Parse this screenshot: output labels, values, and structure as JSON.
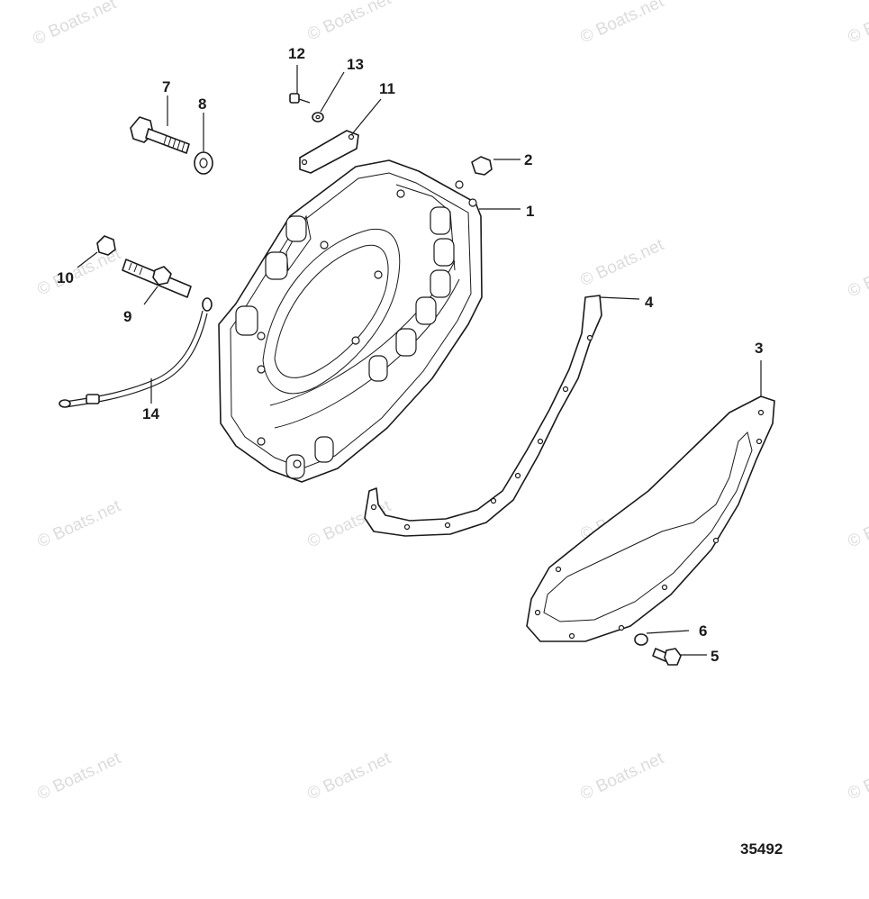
{
  "watermark": "© Boats.net",
  "figure_number": "35492",
  "callouts": [
    "1",
    "2",
    "3",
    "4",
    "5",
    "6",
    "7",
    "8",
    "9",
    "10",
    "11",
    "12",
    "13",
    "14"
  ]
}
